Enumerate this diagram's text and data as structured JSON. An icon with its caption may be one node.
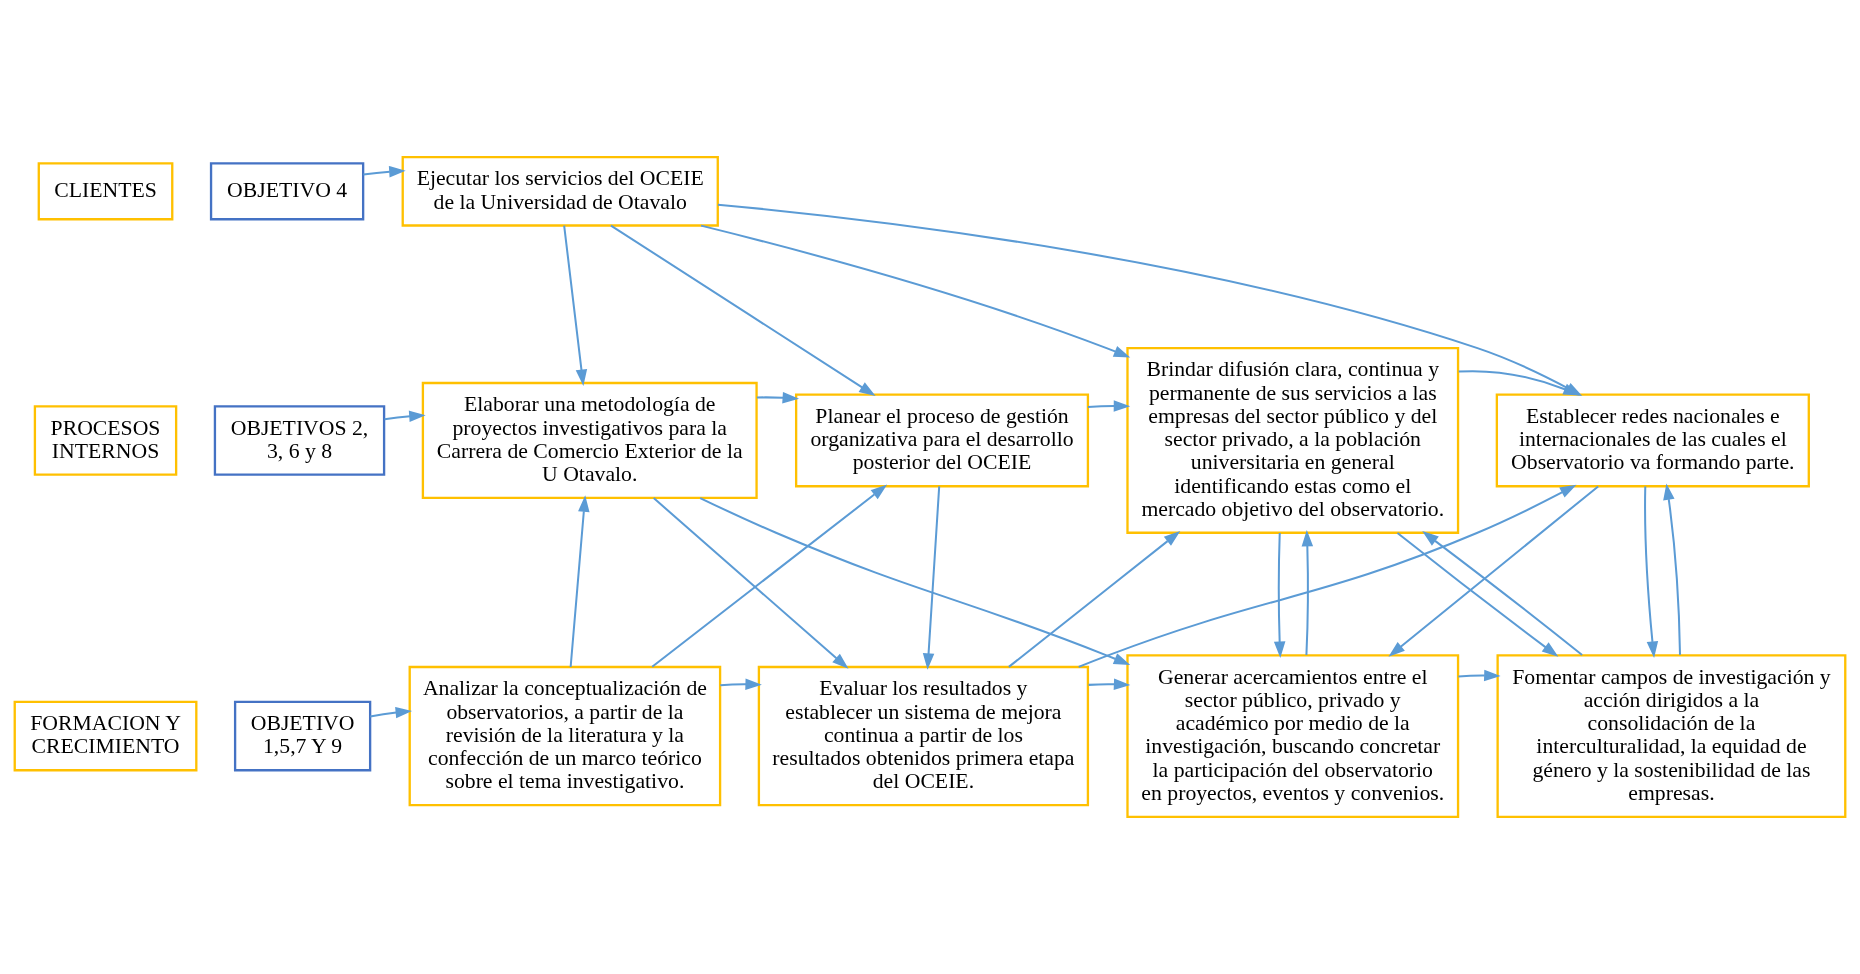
{
  "diagram": {
    "nodes": [
      {
        "text": [
          "CLIENTES"
        ]
      },
      {
        "text": [
          "OBJETIVO 4"
        ]
      },
      {
        "text": [
          "Ejecutar los servicios del OCEIE de la Universidad de Otavalo"
        ]
      },
      {
        "text": [
          "PROCESOS INTERNOS"
        ]
      },
      {
        "text": [
          "OBJETIVOS 2, 3, 6 y 8"
        ]
      },
      {
        "text": [
          "Elaborar una metodología de proyectos investigativos para la Carrera de Comercio Exterior de la U Otavalo."
        ]
      },
      {
        "text": [
          "Planear el proceso de gestión organizativa para el desarrollo posterior del OCEIE"
        ]
      },
      {
        "text": [
          "Brindar difusión clara, continua y permanente de sus servicios a las empresas del sector público y del sector privado, a la población universitaria en general identificando estas como el mercado objetivo del observatorio."
        ]
      },
      {
        "text": [
          "Establecer redes nacionales e internacionales de las cuales el Observatorio va formando parte."
        ]
      },
      {
        "text": [
          "FORMACION Y CRECIMIENTO"
        ]
      },
      {
        "text": [
          "OBJETIVO 1,5,7 Y 9"
        ]
      },
      {
        "text": [
          "Analizar la conceptualización de observatorios, a partir de la revisión de la literatura y la confección de un marco teórico sobre el tema investigativo."
        ]
      },
      {
        "text": [
          "Evaluar los resultados y establecer un sistema de mejora continua a partir de los resultados obtenidos primera etapa del OCEIE."
        ]
      },
      {
        "text": [
          "Generar acercamientos entre el sector público, privado y académico por medio de la investigación, buscando concretar la participación del observatorio en proyectos, eventos y convenios."
        ]
      },
      {
        "text": [
          "Fomentar campos de investigación y acción dirigidos a la consolidación de la interculturalidad, la equidad de género y la sostenibilidad de las empresas."
        ]
      }
    ],
    "edges": [
      {
        "from": 1,
        "to": 2,
        "arrow": "to"
      },
      {
        "from": 2,
        "to": 5,
        "arrow": "to"
      },
      {
        "from": 2,
        "to": 6,
        "arrow": "to"
      },
      {
        "from": 2,
        "to": 7,
        "arrow": "to"
      },
      {
        "from": 2,
        "to": 8,
        "arrow": "to"
      },
      {
        "from": 4,
        "to": 5,
        "arrow": "to"
      },
      {
        "from": 5,
        "to": 6,
        "arrow": "to"
      },
      {
        "from": 6,
        "to": 7,
        "arrow": "to"
      },
      {
        "from": 7,
        "to": 8,
        "arrow": "to"
      },
      {
        "from": 10,
        "to": 11,
        "arrow": "to"
      },
      {
        "from": 11,
        "to": 12,
        "arrow": "to"
      },
      {
        "from": 12,
        "to": 13,
        "arrow": "to"
      },
      {
        "from": 13,
        "to": 14,
        "arrow": "to"
      },
      {
        "from": 11,
        "to": 5,
        "arrow": "to"
      },
      {
        "from": 11,
        "to": 6,
        "arrow": "to"
      },
      {
        "from": 5,
        "to": 12,
        "arrow": "to"
      },
      {
        "from": 5,
        "to": 13,
        "arrow": "to"
      },
      {
        "from": 6,
        "to": 12,
        "arrow": "to"
      },
      {
        "from": 12,
        "to": 7,
        "arrow": "to"
      },
      {
        "from": 12,
        "to": 8,
        "arrow": "to"
      },
      {
        "from": 7,
        "to": 13,
        "arrow": "to"
      },
      {
        "from": 13,
        "to": 7,
        "arrow": "to"
      },
      {
        "from": 7,
        "to": 14,
        "arrow": "to"
      },
      {
        "from": 14,
        "to": 7,
        "arrow": "to"
      },
      {
        "from": 8,
        "to": 13,
        "arrow": "to"
      },
      {
        "from": 14,
        "to": 8,
        "arrow": "to"
      },
      {
        "from": 8,
        "to": 14,
        "arrow": "to"
      }
    ]
  }
}
